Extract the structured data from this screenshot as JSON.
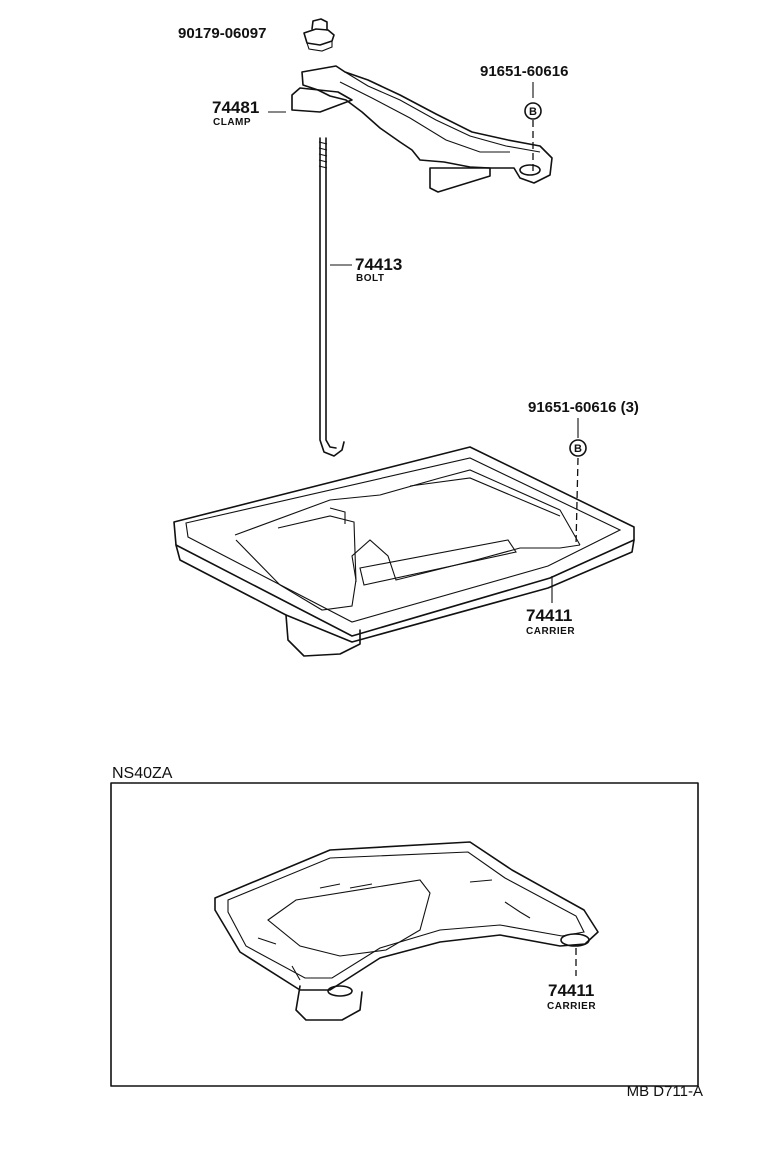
{
  "parts": {
    "nut": {
      "number": "90179-06097"
    },
    "clamp": {
      "number": "74481",
      "name": "CLAMP"
    },
    "bolt_top": {
      "number": "91651-60616",
      "marker": "B"
    },
    "bolt": {
      "number": "74413",
      "name": "BOLT"
    },
    "bolt_carrier": {
      "number": "91651-60616 (3)",
      "marker": "B"
    },
    "carrier": {
      "number": "74411",
      "name": "CARRIER"
    }
  },
  "variant": {
    "label": "NS40ZA",
    "carrier": {
      "number": "74411",
      "name": "CARRIER"
    }
  },
  "figure_code": "MB D711-A"
}
